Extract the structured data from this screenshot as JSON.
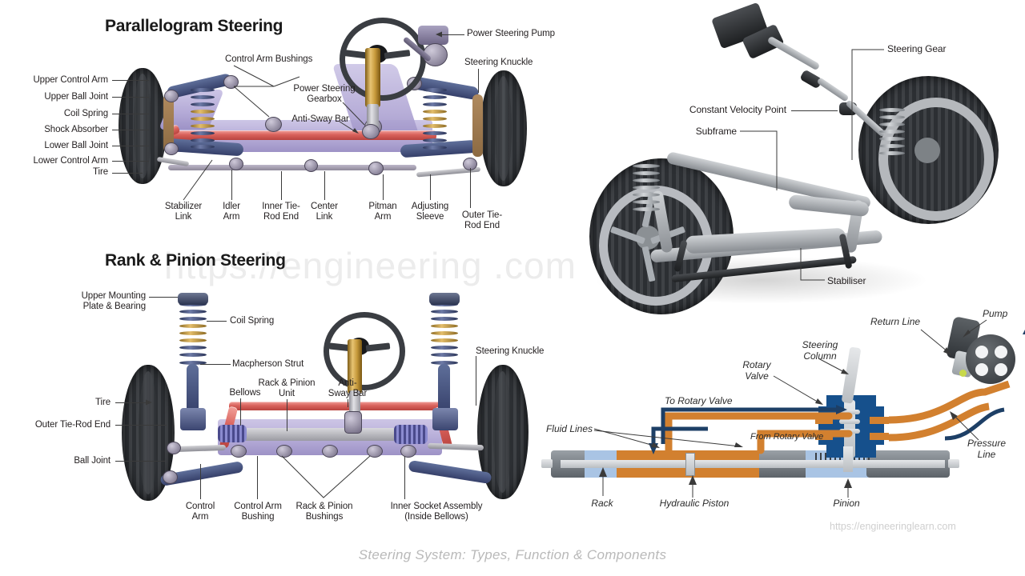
{
  "caption": "Steering System: Types, Function & Components",
  "watermark": "https://engineering      .com",
  "url_mark": "https://engineeringlearn.com",
  "colors": {
    "sway_bar": "#d9625c",
    "subframe": "#b3a9d6",
    "spring_navy": "#36406a",
    "spring_gold": "#c79a3c",
    "hydraulic_valve": "#16508c",
    "hydraulic_fluid": "#d2802f",
    "label_text": "#231f20",
    "caption_text": "#b9b9b9"
  },
  "parallelogram": {
    "title": "Parallelogram Steering",
    "left_labels": [
      "Upper Control Arm",
      "Upper Ball Joint",
      "Coil Spring",
      "Shock Absorber",
      "Lower Ball Joint",
      "Lower Control Arm",
      "Tire"
    ],
    "top_labels": [
      "Control Arm Bushings",
      "Power Steering Pump",
      "Steering Knuckle"
    ],
    "inner_labels": [
      "Power Steering\nGearbox",
      "Anti-Sway Bar"
    ],
    "bottom_labels": [
      "Stabilizer\nLink",
      "Idler\nArm",
      "Inner Tie-\nRod End",
      "Center\nLink",
      "Pitman\nArm",
      "Adjusting\nSleeve",
      "Outer Tie-\nRod End"
    ]
  },
  "rack_pinion": {
    "title": "Rank & Pinion Steering",
    "left_labels": [
      "Upper Mounting\nPlate & Bearing",
      "Tire",
      "Outer Tie-Rod End",
      "Ball Joint"
    ],
    "right_labels": [
      "Coil Spring",
      "Macpherson Strut",
      "Steering Knuckle"
    ],
    "inner_labels": [
      "Bellows",
      "Rack & Pinion\nUnit",
      "Anti-\nSway Bar"
    ],
    "bottom_labels": [
      "Control\nArm",
      "Control Arm\nBushing",
      "Rack & Pinion\nBushings",
      "Inner Socket Assembly\n(Inside Bellows)"
    ]
  },
  "photo_diagram": {
    "labels": [
      "Steering Gear",
      "Constant Velocity Point",
      "Subframe",
      "Stabiliser"
    ]
  },
  "hydraulic": {
    "labels": [
      "Pump",
      "Return Line",
      "Steering\nColumn",
      "Rotary\nValve",
      "To Rotary Valve",
      "From Rotary Valve",
      "Fluid Lines",
      "Pressure\nLine",
      "Rack",
      "Hydraulic Piston",
      "Pinion"
    ]
  }
}
